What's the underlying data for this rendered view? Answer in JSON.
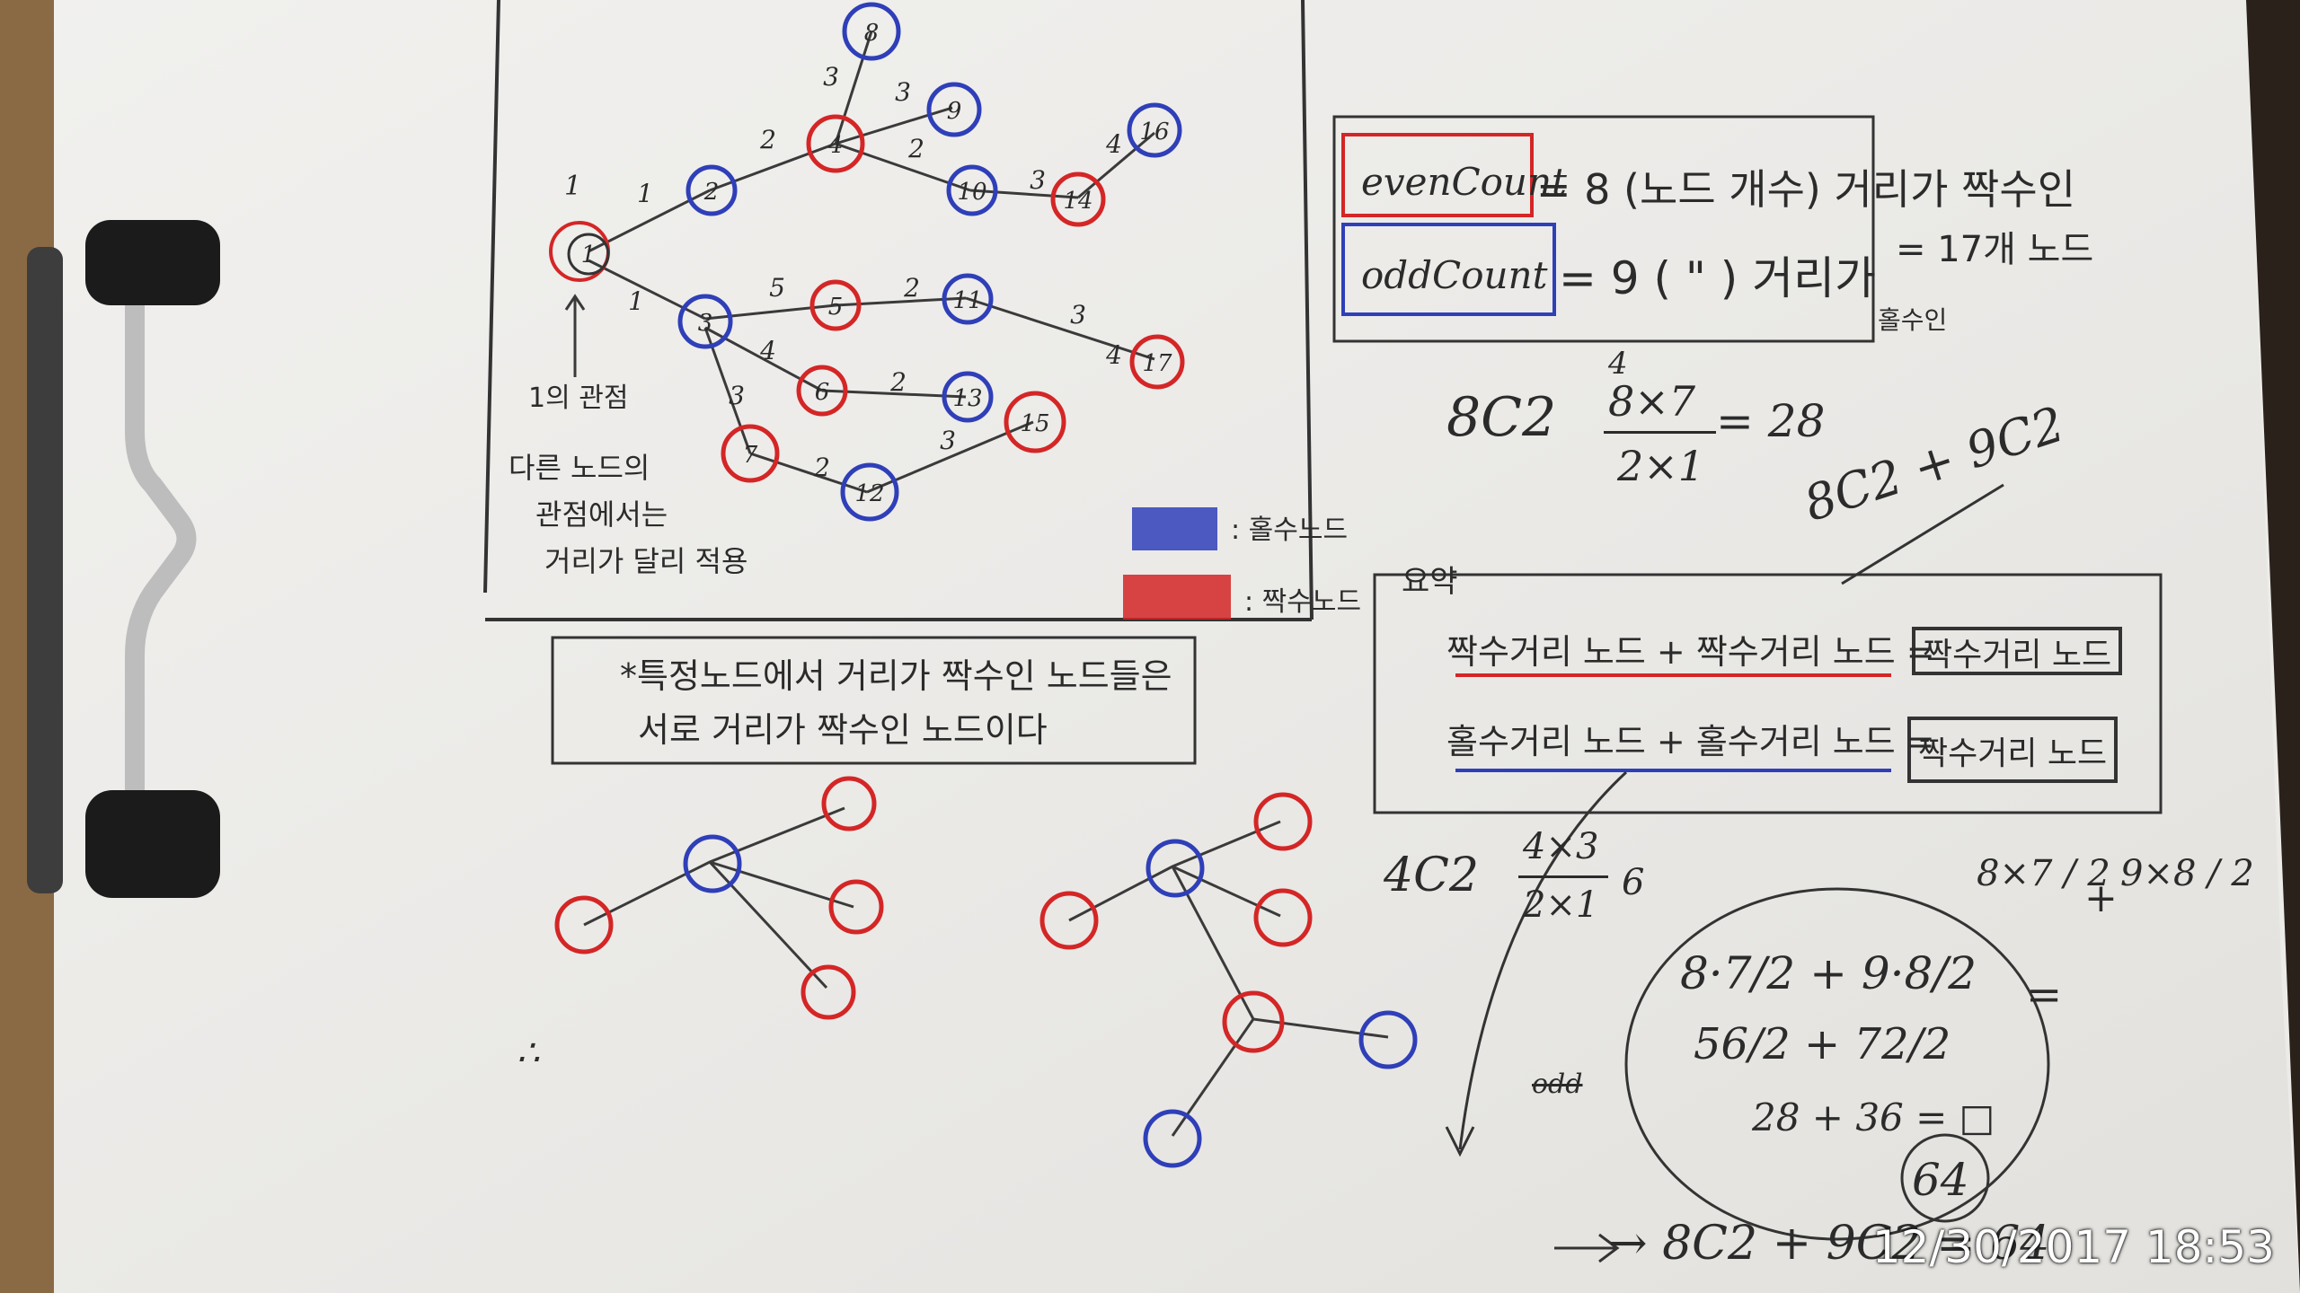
{
  "nodes_tree": [
    "1",
    "2",
    "3",
    "4",
    "5",
    "6",
    "7",
    "8",
    "9",
    "10",
    "11",
    "12",
    "13",
    "14",
    "15",
    "16",
    "17"
  ],
  "edge_weights": [
    "1",
    "1",
    "2",
    "3",
    "3",
    "2",
    "3",
    "4",
    "5",
    "2",
    "3",
    "4",
    "2",
    "3",
    "2",
    "3",
    "4"
  ],
  "note_root": "1",
  "note_root_ko": "1의 관점",
  "note_others": [
    "다른 노드의",
    "관점에서는",
    "거리가 달리 적용"
  ],
  "legend": {
    "odd": ": 홀수노드",
    "even": ": 짝수노드",
    "odd_color": "#2f3fb8",
    "even_color": "#d42626"
  },
  "box_note": [
    "*특정노드에서 거리가 짝수인 노드들은",
    "서로 거리가 짝수인 노드이다"
  ],
  "counts": {
    "even_label": "evenCount",
    "even_text": "= 8 (노드 개수) 거리가 짝수인",
    "odd_label": "oddCount",
    "odd_text": "= 9 ( \" ) 거리가",
    "odd_side": "홀수인",
    "total": "= 17개 노드"
  },
  "formula1": {
    "lhs": "8C2",
    "num": "8×7",
    "den": "2×1",
    "result": "= 28",
    "small": "4"
  },
  "formula2": "8C2 + 9C2",
  "rule_label": "요약",
  "rules": [
    {
      "left": "짝수거리 노드 + 짝수거리 노드 =",
      "right": "짝수거리 노드"
    },
    {
      "left": "홀수거리 노드 + 홀수거리 노드 =",
      "right": "짝수거리 노드"
    }
  ],
  "formula3": {
    "lhs": "4C2",
    "num": "4×3",
    "den": "2×1",
    "result": "6"
  },
  "calc": {
    "top": [
      "8×7 / 2",
      "+",
      "9×8 / 2"
    ],
    "eq": "=",
    "lines": [
      "8·7/2 + 9·8/2",
      "56/2 + 72/2",
      "28 + 36 = □"
    ],
    "answer": "64"
  },
  "final": "→ 8C2 + 9C2 = 64",
  "small_tree_mark": "∴",
  "scribble": "odd",
  "timestamp": "12/30/2017 18:53"
}
